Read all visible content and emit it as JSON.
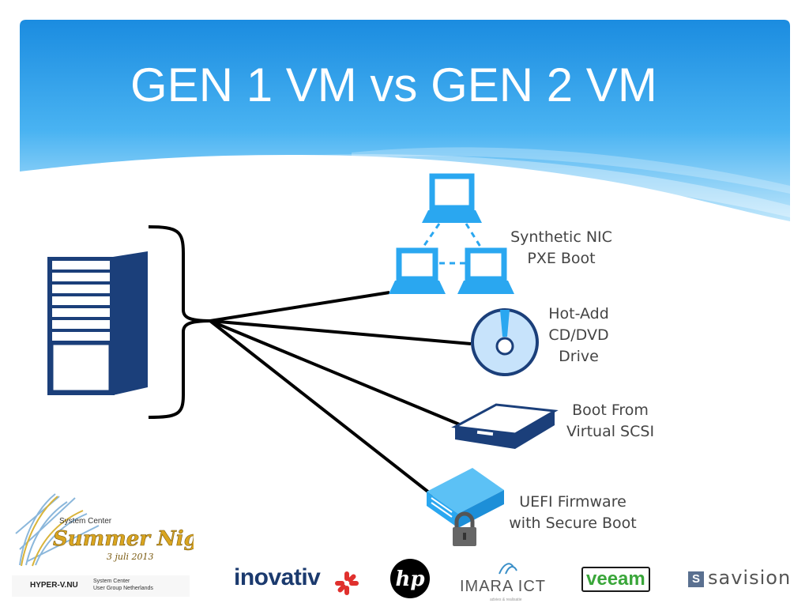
{
  "slide": {
    "title": "GEN 1 VM vs GEN 2 VM"
  },
  "features": [
    {
      "icon": "network-computers-icon",
      "lines": [
        "Synthetic NIC",
        "PXE Boot"
      ]
    },
    {
      "icon": "optical-disc-icon",
      "lines": [
        "Hot-Add",
        "CD/DVD",
        "Drive"
      ]
    },
    {
      "icon": "scsi-disk-icon",
      "lines": [
        "Boot From",
        "Virtual SCSI"
      ]
    },
    {
      "icon": "secure-server-icon",
      "lines": [
        "UEFI Firmware",
        "with Secure Boot"
      ]
    }
  ],
  "event_logo": {
    "line1": "System Center",
    "line2": "Summer Night",
    "date": "3 juli 2013"
  },
  "sponsors": {
    "hyperv": "HYPER-V.NU",
    "scug_line1": "System Center",
    "scug_line2": "User Group Netherlands",
    "inovativ": "inovativ",
    "hp": "hp",
    "imara": "IMARA ICT",
    "imara_tag": "advies & realisatie",
    "veeam": "veeam",
    "savision_s": "S",
    "savision": "savision"
  },
  "colors": {
    "header_blue": "#1f8fe0",
    "server_navy": "#1b3f7a",
    "icon_blue": "#2aa7f0",
    "text_gray": "#444444"
  }
}
